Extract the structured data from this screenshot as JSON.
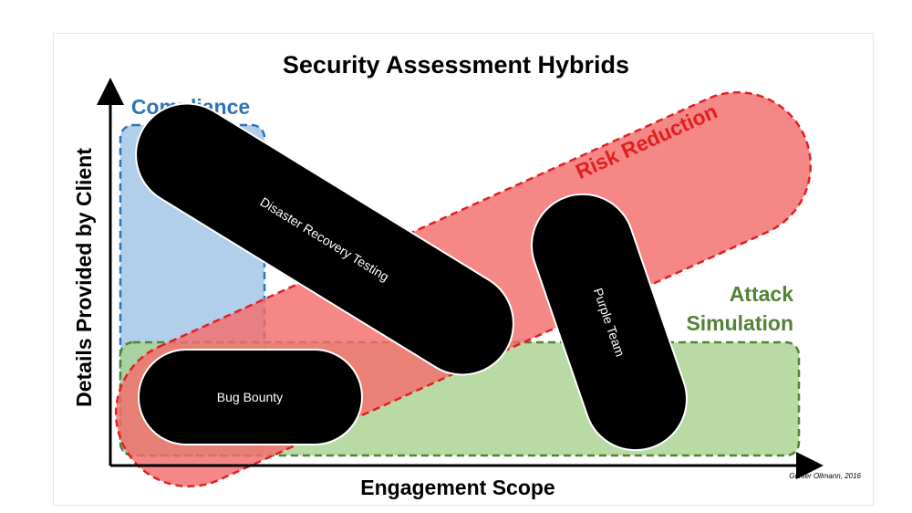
{
  "diagram": {
    "title": "Security Assessment Hybrids",
    "x_axis_label": "Engagement Scope",
    "y_axis_label": "Details Provided by Client",
    "credit": "Gunter Ollmann, 2016",
    "zones": {
      "compliance": {
        "label": "Compliance",
        "color": "#2e75b6",
        "fill": "#9dc3e6"
      },
      "risk_reduction": {
        "label": "Risk Reduction",
        "color": "#e02020",
        "fill": "#f36c6c"
      },
      "attack_simulation": {
        "label_line1": "Attack",
        "label_line2": "Simulation",
        "color": "#548235",
        "fill": "#a9d18e"
      }
    },
    "assessments": {
      "disaster_recovery": {
        "label": "Disaster Recovery Testing"
      },
      "purple_team": {
        "label": "Purple Team"
      },
      "bug_bounty": {
        "label": "Bug Bounty"
      }
    },
    "pill_color": "#000000"
  }
}
